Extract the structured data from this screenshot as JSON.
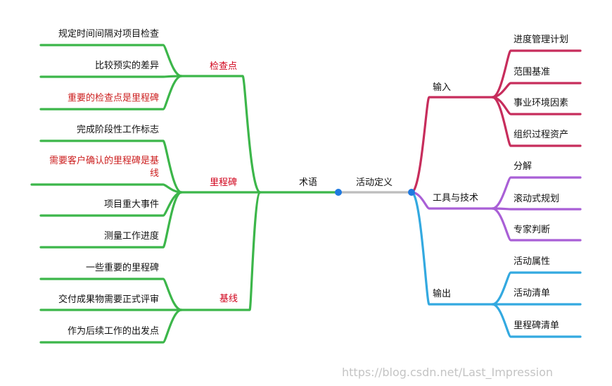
{
  "colors": {
    "green": "#3cb64a",
    "crimson": "#c72d5c",
    "purple": "#a95fd6",
    "blue": "#33a9e0",
    "center_line": "#bdbdbd",
    "center_dot": "#1f7ae0",
    "red_text": "#d0021b"
  },
  "left": {
    "root_label": "术语",
    "branches": [
      {
        "label": "检查点",
        "leaves": [
          {
            "text": "规定时间间隔对项目检查",
            "lines": [
              "规定时间间隔对项目检查"
            ]
          },
          {
            "text": "比较预实的差异",
            "lines": [
              "比较预实的差异"
            ]
          },
          {
            "text": "重要的检查点是里程碑",
            "lines": [
              "重要的检查点是里程碑"
            ],
            "highlight": true
          }
        ]
      },
      {
        "label": "里程碑",
        "leaves": [
          {
            "text": "完成阶段性工作标志",
            "lines": [
              "完成阶段性工作标志"
            ]
          },
          {
            "text": "需要客户确认的里程碑是基线",
            "lines": [
              "需要客户确认的里程碑是基",
              "线"
            ],
            "highlight": true
          },
          {
            "text": "项目重大事件",
            "lines": [
              "项目重大事件"
            ]
          },
          {
            "text": "测量工作进度",
            "lines": [
              "测量工作进度"
            ]
          }
        ]
      },
      {
        "label": "基线",
        "leaves": [
          {
            "text": "一些重要的里程碑",
            "lines": [
              "一些重要的里程碑"
            ]
          },
          {
            "text": "交付成果物需要正式评审",
            "lines": [
              "交付成果物需要正式评审"
            ]
          },
          {
            "text": "作为后续工作的出发点",
            "lines": [
              "作为后续工作的出发点"
            ]
          }
        ]
      }
    ]
  },
  "right": {
    "root_label": "活动定义",
    "branches": [
      {
        "label": "输入",
        "leaves": [
          "进度管理计划",
          "范围基准",
          "事业环境因素",
          "组织过程资产"
        ]
      },
      {
        "label": "工具与技术",
        "leaves": [
          "分解",
          "滚动式规划",
          "专家判断"
        ]
      },
      {
        "label": "输出",
        "leaves": [
          "活动属性",
          "活动清单",
          "里程碑清单"
        ]
      }
    ]
  },
  "watermark": "https://blog.csdn.net/Last_Impression"
}
